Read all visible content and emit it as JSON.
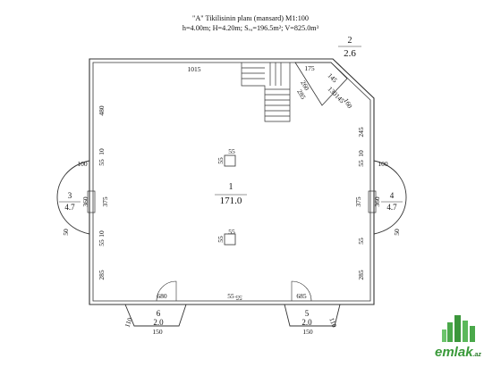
{
  "header": {
    "title": "\"A\" Tikilisinin planı (mansard) M1:100",
    "subtitle": "h=4.00m; H=4.20m; Sᵥₐ=196.5m²; V=825.0m³"
  },
  "rooms": [
    {
      "num": "1",
      "area": "171.0"
    },
    {
      "num": "2",
      "area": "2.6"
    },
    {
      "num": "3",
      "area": "4.7"
    },
    {
      "num": "4",
      "area": "4.7"
    },
    {
      "num": "5",
      "area": "2.0"
    },
    {
      "num": "6",
      "area": "2.0"
    }
  ],
  "dims": {
    "top": "1015",
    "stair_top": "175",
    "stair_260": "260",
    "stair_285": "285",
    "corner_145": "145",
    "corner_130": "130",
    "corner_145b": "145",
    "corner_160": "160",
    "left_480": "480",
    "left_10a": "10",
    "left_55a": "55",
    "left_360": "360",
    "left_375": "375",
    "left_10b": "10",
    "left_55b": "55",
    "left_285": "285",
    "right_245": "245",
    "right_10a": "10",
    "right_55a": "55",
    "right_375": "375",
    "right_360": "360",
    "right_55b": "55",
    "right_285": "285",
    "bay3_100": "100",
    "bay3_50": "50",
    "bay4_100": "100",
    "bay4_50": "50",
    "col1": "55",
    "col2": "55",
    "bottom_55": "55",
    "bottom_55b": "55",
    "bottom_680": "680",
    "bottom_685": "685",
    "bay6_150": "150",
    "bay6_110": "110",
    "bay5_150": "150",
    "bay5_110": "110"
  },
  "logo": {
    "word": "emlak",
    "suffix": ".az"
  }
}
